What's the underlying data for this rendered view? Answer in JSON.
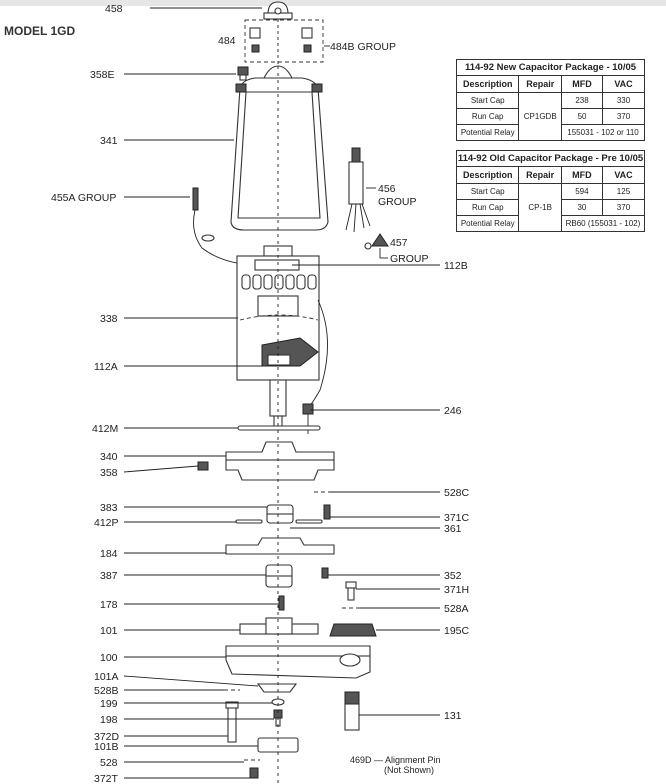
{
  "model": "MODEL 1GD",
  "callouts": {
    "c458": "458",
    "c484": "484",
    "c484b": "484B GROUP",
    "c358e": "358E",
    "c341": "341",
    "c455a": "455A GROUP",
    "c456a": "456",
    "c456b": "GROUP",
    "c457a": "457",
    "c457b": "GROUP",
    "c112b": "112B",
    "c338": "338",
    "c112a": "112A",
    "c246": "246",
    "c412m": "412M",
    "c340": "340",
    "c358": "358",
    "c528c": "528C",
    "c383": "383",
    "c412p": "412P",
    "c371c": "371C",
    "c361": "361",
    "c184": "184",
    "c387": "387",
    "c352": "352",
    "c371h": "371H",
    "c178": "178",
    "c528a": "528A",
    "c101": "101",
    "c195c": "195C",
    "c100": "100",
    "c101a": "101A",
    "c528b": "528B",
    "c199": "199",
    "c131": "131",
    "c198": "198",
    "c372d": "372D",
    "c101b": "101B",
    "c528": "528",
    "c372t": "372T",
    "c469d": "469D — Alignment Pin",
    "c469d2": "(Not Shown)"
  },
  "tables": [
    {
      "title": "114-92 New Capacitor Package - 10/05",
      "headers": [
        "Description",
        "Repair",
        "MFD",
        "VAC"
      ],
      "repair": "CP1GDB",
      "rows": [
        {
          "desc": "Start Cap",
          "mfd": "238",
          "vac": "330"
        },
        {
          "desc": "Run Cap",
          "mfd": "50",
          "vac": "370"
        },
        {
          "desc": "Potential Relay",
          "relay": "155031 - 102 or 110"
        }
      ]
    },
    {
      "title": "114-92 Old Capacitor Package - Pre 10/05",
      "headers": [
        "Description",
        "Repair",
        "MFD",
        "VAC"
      ],
      "repair": "CP-1B",
      "rows": [
        {
          "desc": "Start Cap",
          "mfd": "594",
          "vac": "125"
        },
        {
          "desc": "Run Cap",
          "mfd": "30",
          "vac": "370"
        },
        {
          "desc": "Potential Relay",
          "relay": "RB60 (155031 - 102)"
        }
      ]
    }
  ]
}
